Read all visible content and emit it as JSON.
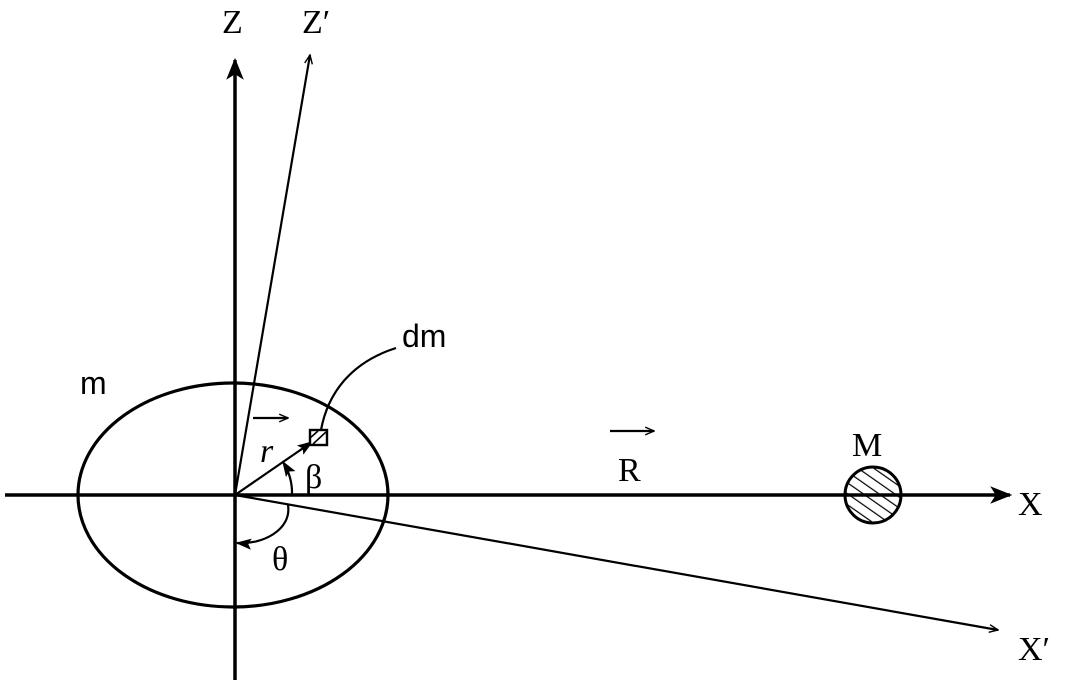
{
  "labels": {
    "z_axis": "Z",
    "z_prime_axis": "Z′",
    "x_axis": "X",
    "x_prime_axis": "X′",
    "body_m": "m",
    "element_dm": "dm",
    "vector_r": "r",
    "vector_R": "R",
    "mass_M": "M",
    "angle_beta": "β",
    "angle_theta": "θ"
  },
  "colors": {
    "stroke": "#000000",
    "background": "#ffffff"
  }
}
